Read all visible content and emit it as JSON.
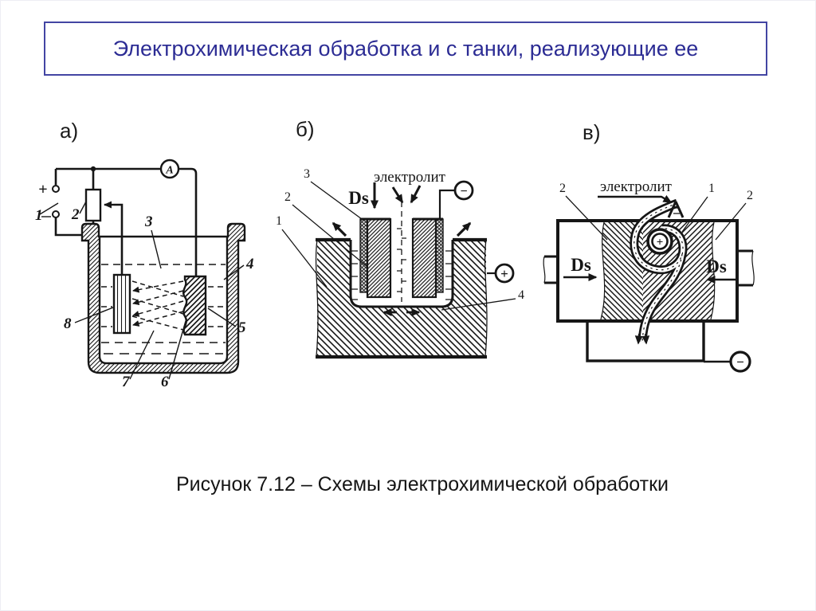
{
  "slide": {
    "title": "Электрохимическая обработка и с танки, реализующие ее",
    "caption": "Рисунок 7.12 – Схемы электрохимической обработки"
  },
  "colors": {
    "accent": "#2c2c94",
    "box_border": "#4345a3",
    "ink": "#161616"
  },
  "diagram_a": {
    "label": "а)",
    "plus": "+",
    "ammeter": "A",
    "callouts": {
      "c1": "1",
      "c2": "2",
      "c3": "3",
      "c4": "4",
      "c5": "5",
      "c6": "6",
      "c7": "7",
      "c8": "8"
    }
  },
  "diagram_b": {
    "label": "б)",
    "electrolyte": "электролит",
    "feed": "Ds",
    "minus": "−",
    "plus": "+",
    "callouts": {
      "c1": "1",
      "c2": "2",
      "c3": "3",
      "c4": "4"
    }
  },
  "diagram_v": {
    "label": "в)",
    "electrolyte": "электролит",
    "feed_left": "Ds",
    "feed_right": "Ds",
    "plus": "+",
    "minus": "−",
    "callouts": {
      "left2": "2",
      "c1": "1",
      "right2": "2"
    }
  }
}
